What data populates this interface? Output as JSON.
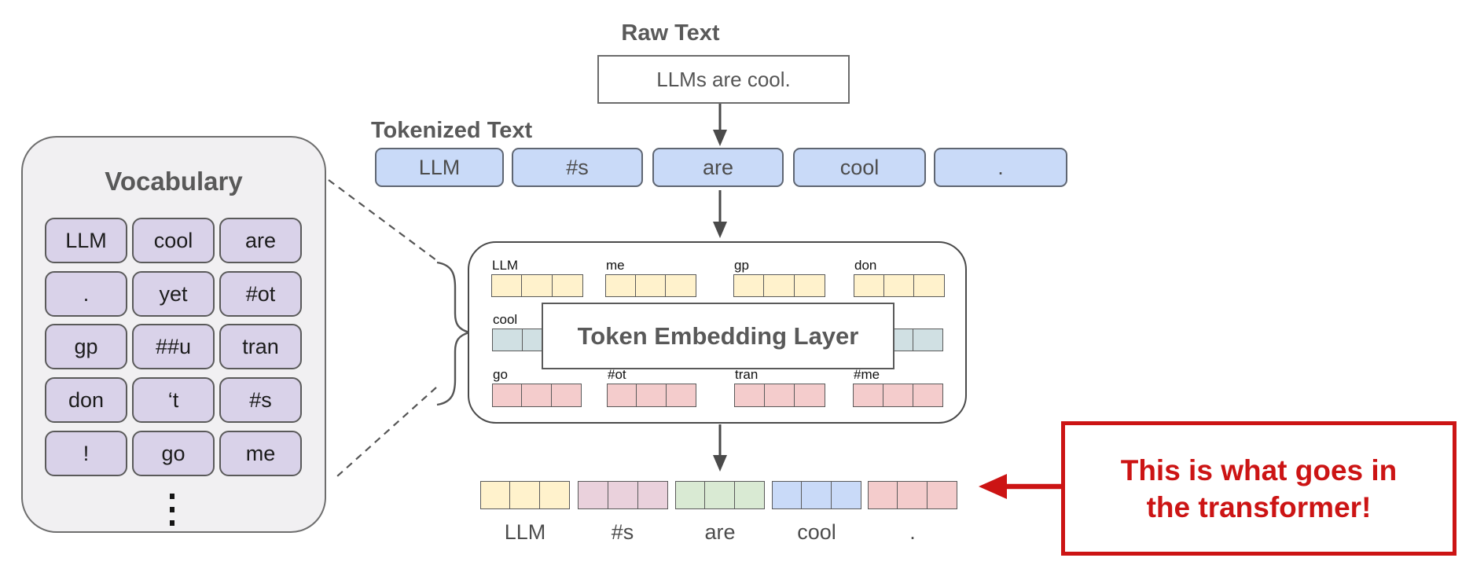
{
  "raw": {
    "title": "Raw Text",
    "text": "LLMs are cool."
  },
  "tokenized": {
    "title": "Tokenized Text",
    "tokens": [
      "LLM",
      "#s",
      "are",
      "cool",
      "."
    ]
  },
  "vocabulary": {
    "title": "Vocabulary",
    "rows": [
      [
        "LLM",
        "cool",
        "are"
      ],
      [
        ".",
        "yet",
        "#ot"
      ],
      [
        "gp",
        "##u",
        "tran"
      ],
      [
        "don",
        "‘t",
        "#s"
      ],
      [
        "!",
        "go",
        "me"
      ]
    ]
  },
  "embedding": {
    "label": "Token Embedding Layer",
    "row1_labels": [
      "LLM",
      "me",
      "gp",
      "don"
    ],
    "row2_labels": [
      "cool",
      ""
    ],
    "row3_labels": [
      "go",
      "#ot",
      "tran",
      "#me"
    ]
  },
  "output": {
    "labels": [
      "LLM",
      "#s",
      "are",
      "cool",
      "."
    ]
  },
  "callout": {
    "line1": "This is what goes in",
    "line2": "the transformer!"
  },
  "icons": {
    "down_arrow": "arrow-down-icon",
    "red_arrow": "arrow-left-icon",
    "brace": "curly-brace",
    "ellipsis": "vertical-ellipsis"
  },
  "colors": {
    "heading_gray": "#595959",
    "token_blue": "#c9daf8",
    "vocab_lavender": "#d9d2e9",
    "vocab_bg": "#f1f0f2",
    "embed_yellow": "#fff2cc",
    "embed_teal": "#d0e0e3",
    "embed_pink": "#f4cccc",
    "output_mauve": "#ead1dc",
    "output_green": "#d9ead3",
    "callout_red": "#cc1414"
  }
}
